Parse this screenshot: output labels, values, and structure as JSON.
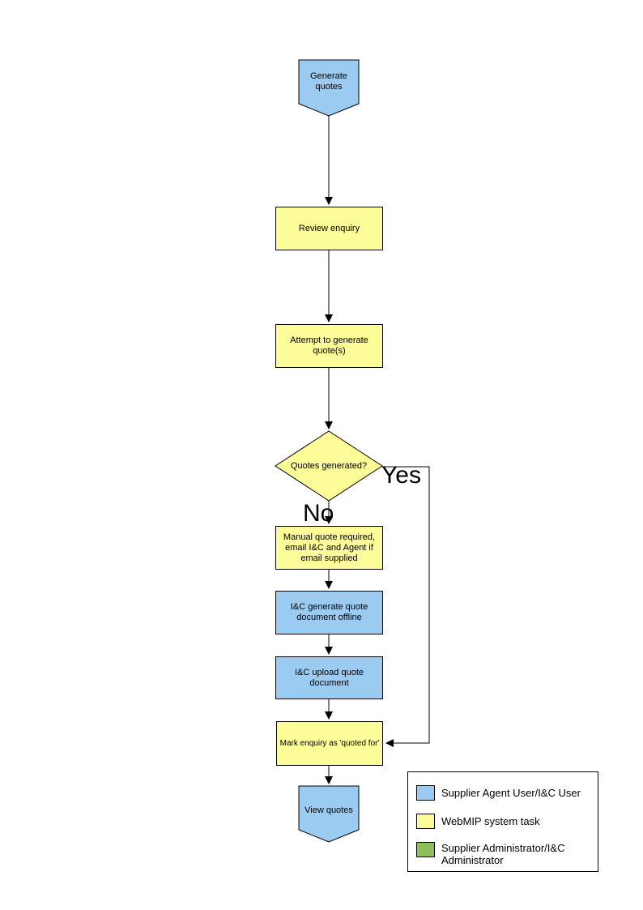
{
  "nodes": {
    "start": "Generate quotes",
    "review": "Review enquiry",
    "attempt": "Attempt to generate quote(s)",
    "decision": "Quotes generated?",
    "manual": "Manual quote required, email I&C and Agent if email supplied",
    "offline": "I&C generate quote document offline",
    "upload": "I&C upload quote document",
    "mark": "Mark enquiry as 'quoted for'",
    "end": "View quotes"
  },
  "branch_labels": {
    "yes": "Yes",
    "no": "No"
  },
  "colors": {
    "user_task_blue": "#9CCBF2",
    "system_task_yellow": "#FCFC99",
    "admin_green": "#8DC05A",
    "line_black": "#000000"
  },
  "legend": {
    "items": [
      {
        "label": "Supplier Agent User/I&C User",
        "color": "#9CCBF2"
      },
      {
        "label": "WebMIP system task",
        "color": "#FCFC99"
      },
      {
        "label": "Supplier Administrator/I&C Administrator",
        "color": "#8DC05A"
      }
    ]
  }
}
